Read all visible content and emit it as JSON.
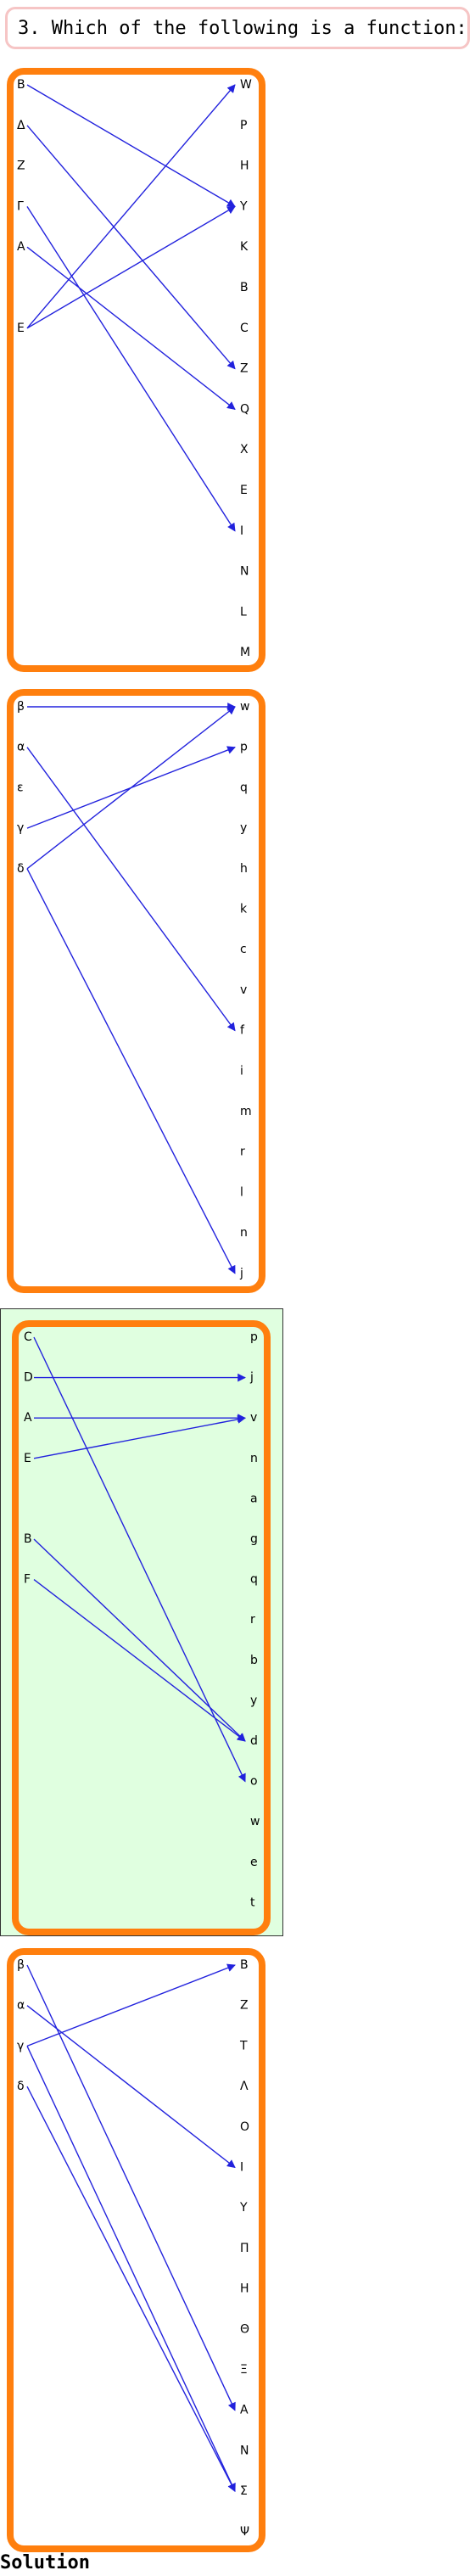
{
  "question": {
    "text": "3. Which of the following is a function:"
  },
  "solution_label": "Solution",
  "arrow_color": "#2222dd",
  "box_color": "#ff7f0e",
  "correct_bg_color": "#e0ffe0",
  "panels": [
    {
      "correct": false,
      "left": [
        "B",
        "Δ",
        "Z",
        "Γ",
        "A",
        "",
        "E"
      ],
      "right": [
        "W",
        "P",
        "H",
        "Y",
        "K",
        "B",
        "C",
        "Z",
        "Q",
        "X",
        "E",
        "I",
        "N",
        "L",
        "M"
      ],
      "arrows": [
        [
          0,
          3
        ],
        [
          1,
          7
        ],
        [
          3,
          11
        ],
        [
          4,
          8
        ],
        [
          6,
          0
        ],
        [
          6,
          3
        ]
      ]
    },
    {
      "correct": false,
      "left": [
        "β",
        "α",
        "ε",
        "γ",
        "δ"
      ],
      "right": [
        "w",
        "p",
        "q",
        "y",
        "h",
        "k",
        "c",
        "v",
        "f",
        "i",
        "m",
        "r",
        "l",
        "n",
        "j"
      ],
      "arrows": [
        [
          0,
          0
        ],
        [
          1,
          8
        ],
        [
          3,
          1
        ],
        [
          4,
          0
        ],
        [
          4,
          14
        ]
      ]
    },
    {
      "correct": true,
      "left": [
        "C",
        "D",
        "A",
        "E",
        "",
        "B",
        "F"
      ],
      "right": [
        "p",
        "j",
        "v",
        "n",
        "a",
        "g",
        "q",
        "r",
        "b",
        "y",
        "d",
        "o",
        "w",
        "e",
        "t"
      ],
      "arrows": [
        [
          0,
          11
        ],
        [
          1,
          1
        ],
        [
          2,
          2
        ],
        [
          3,
          2
        ],
        [
          5,
          10
        ],
        [
          6,
          10
        ]
      ]
    },
    {
      "correct": false,
      "left": [
        "β",
        "α",
        "γ",
        "δ"
      ],
      "right": [
        "B",
        "Z",
        "T",
        "Λ",
        "O",
        "I",
        "Y",
        "Π",
        "H",
        "Θ",
        "Ξ",
        "A",
        "N",
        "Σ",
        "Ψ"
      ],
      "arrows": [
        [
          0,
          11
        ],
        [
          1,
          5
        ],
        [
          2,
          0
        ],
        [
          2,
          13
        ],
        [
          3,
          13
        ]
      ]
    }
  ]
}
